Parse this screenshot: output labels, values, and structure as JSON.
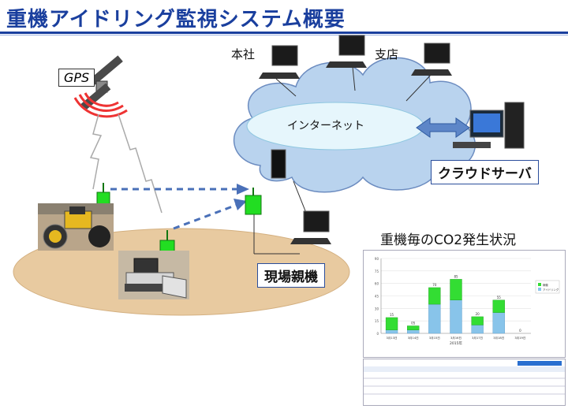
{
  "title": "重機アイドリング監視システム概要",
  "labels": {
    "gps": "GPS",
    "head_office": "本社",
    "branch": "支店",
    "internet": "インターネット",
    "cloud_server": "クラウドサーバ",
    "site_master": "現場親機"
  },
  "chart_title": "重機毎のCO2発生状況",
  "colors": {
    "title": "#1a3f9e",
    "green": "#33dd33",
    "blue": "#88c4ea",
    "cloud": "#b9d3ee",
    "ground": "#e8caa0"
  },
  "chart_data": {
    "type": "bar",
    "stacked": true,
    "categories": [
      "3月13日",
      "3月14日",
      "3月15日",
      "3月16日",
      "3月17日",
      "3月18日",
      "3月19日"
    ],
    "series": [
      {
        "name": "アイドリング",
        "values": [
          4,
          4,
          35,
          40,
          10,
          25,
          0
        ]
      },
      {
        "name": "稼働",
        "values": [
          15,
          5,
          20,
          25,
          10,
          15,
          0
        ]
      }
    ],
    "totals": [
      "15",
      "05",
      "70",
      "85",
      "20",
      "55",
      "0"
    ],
    "xlabel": "2015年",
    "ylim": [
      0,
      90
    ]
  }
}
